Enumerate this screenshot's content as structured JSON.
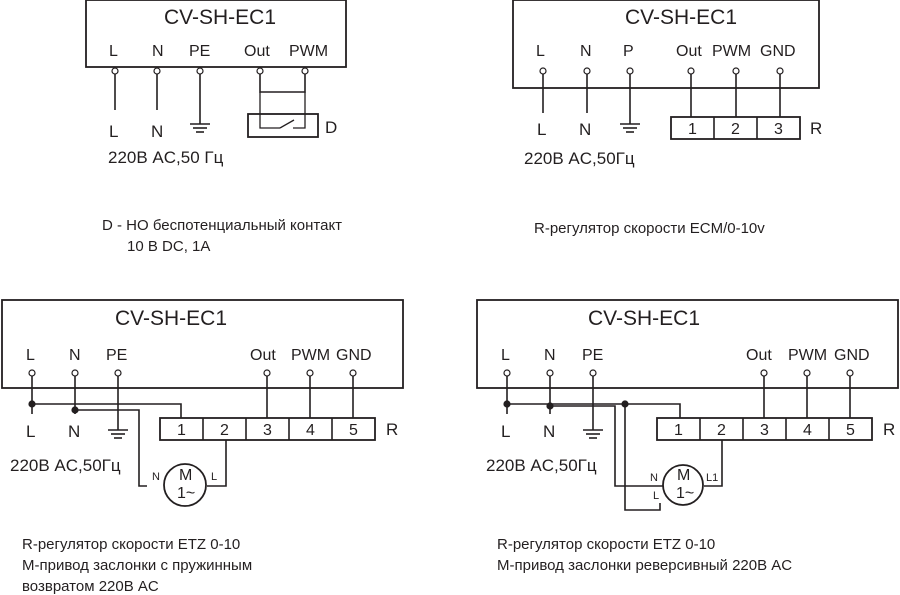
{
  "colors": {
    "line": "#231f20",
    "background": "#ffffff"
  },
  "d1": {
    "title": "CV-SH-EC1",
    "pins": [
      "L",
      "N",
      "PE",
      "Out",
      "PWM"
    ],
    "wire_labels": [
      "L",
      "N"
    ],
    "contact_label": "D",
    "supply": "220В AC,50 Гц",
    "note_line1": "D -  НО беспотенциальный контакт",
    "note_line2": "10 В DC,  1А"
  },
  "d2": {
    "title": "CV-SH-EC1",
    "pins": [
      "L",
      "N",
      "P",
      "Out",
      "PWM",
      "GND"
    ],
    "wire_labels": [
      "L",
      "N"
    ],
    "terminals": [
      "1",
      "2",
      "3"
    ],
    "regulator_label": "R",
    "supply": "220В AC,50Гц",
    "note": "R-регулятор скорости ECM/0-10v"
  },
  "d3": {
    "title": "CV-SH-EC1",
    "pins": [
      "L",
      "N",
      "PE",
      "Out",
      "PWM",
      "GND"
    ],
    "wire_labels": [
      "L",
      "N"
    ],
    "terminals": [
      "1",
      "2",
      "3",
      "4",
      "5"
    ],
    "regulator_label": "R",
    "motor": {
      "label": "M",
      "sub": "1~",
      "left_lead": "N",
      "right_lead": "L"
    },
    "supply": "220В AC,50Гц",
    "note_line1": "R-регулятор скорости ETZ 0-10",
    "note_line2": "М-привод заслонки с пружинным",
    "note_line3": "возвратом 220В AC"
  },
  "d4": {
    "title": "CV-SH-EC1",
    "pins": [
      "L",
      "N",
      "PE",
      "Out",
      "PWM",
      "GND"
    ],
    "wire_labels": [
      "L",
      "N"
    ],
    "terminals": [
      "1",
      "2",
      "3",
      "4",
      "5"
    ],
    "regulator_label": "R",
    "motor": {
      "label": "M",
      "sub": "1~",
      "left_lead": "N",
      "right_lead": "L1",
      "bottom_lead": "L"
    },
    "supply": "220В AC,50Гц",
    "note_line1": "R-регулятор скорости ETZ 0-10",
    "note_line2": "М-привод заслонки реверсивный  220В AC"
  }
}
